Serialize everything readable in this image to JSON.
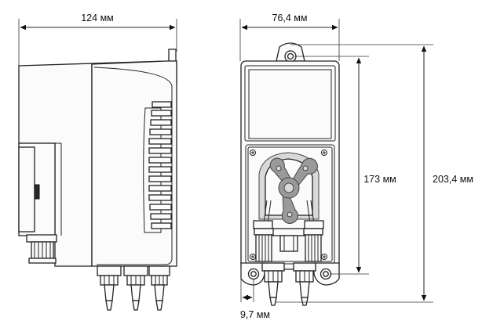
{
  "dimensions": {
    "side_depth": "124 мм",
    "front_width": "76,4 мм",
    "mount_spacing": "173 мм",
    "total_height": "203,4 мм",
    "mount_offset": "9,7 мм"
  },
  "colors": {
    "line": "#222222",
    "background": "#ffffff",
    "pump_rotor": "#9a9a9a"
  }
}
